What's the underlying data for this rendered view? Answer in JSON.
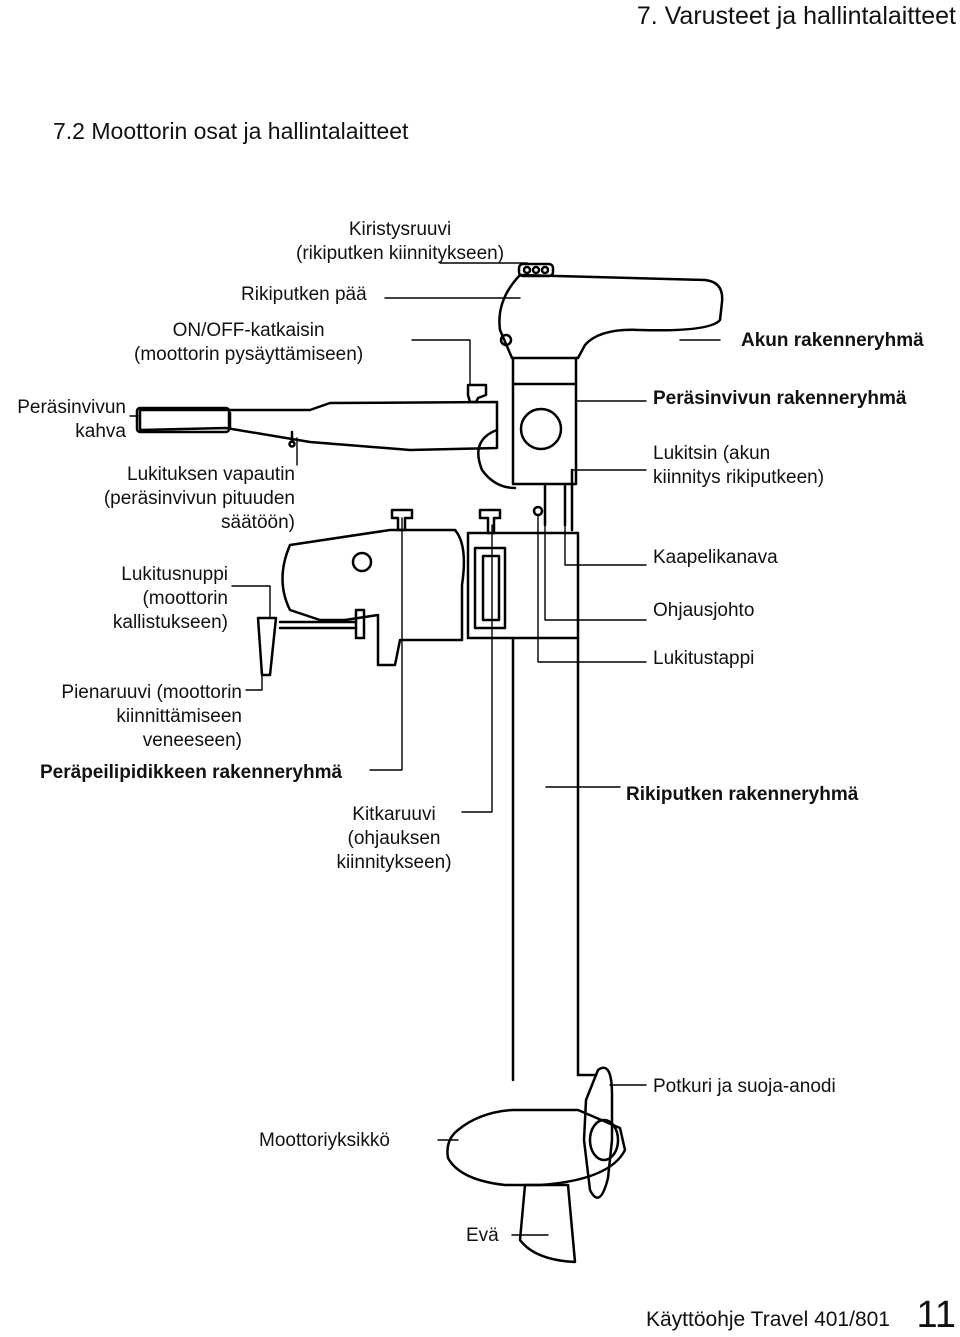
{
  "header": {
    "chapter": "7. Varusteet ja hallintalaitteet"
  },
  "section": {
    "title": "7.2 Moottorin osat ja hallintalaitteet"
  },
  "labels": {
    "kiristysruuvi": [
      "Kiristysruuvi",
      "(rikiputken kiinnitykseen)"
    ],
    "rikiputken_paa": [
      "Rikiputken pää"
    ],
    "onoff": [
      "ON/OFF-katkaisin",
      "(moottorin pysäyttämiseen)"
    ],
    "perasinvivun_kahva": [
      "Peräsinvivun",
      "kahva"
    ],
    "lukituksen_vapautin": [
      "Lukituksen vapautin",
      "(peräsinvivun pituuden",
      "säätöön)"
    ],
    "lukitusnuppi": [
      "Lukitusnuppi",
      "(moottorin",
      "kallistukseen)"
    ],
    "pienaruuvi": [
      "Pienaruuvi (moottorin",
      "kiinnittämiseen",
      "veneeseen)"
    ],
    "perapeili": [
      "Peräpeilipidikkeen rakenneryhmä"
    ],
    "kitkaruuvi": [
      "Kitkaruuvi",
      "(ohjauksen",
      "kiinnitykseen)"
    ],
    "akun": [
      "Akun rakenneryhmä"
    ],
    "perasinvivun_ryhma": [
      "Peräsinvivun rakenneryhmä"
    ],
    "lukitsin": [
      "Lukitsin (akun",
      "kiinnitys rikiputkeen)"
    ],
    "kaapelikanava": [
      "Kaapelikanava"
    ],
    "ohjausjohto": [
      "Ohjausjohto"
    ],
    "lukitustappi": [
      "Lukitustappi"
    ],
    "rikiputken_ryhma": [
      "Rikiputken rakenneryhmä"
    ],
    "potkuri": [
      "Potkuri ja suoja-anodi"
    ],
    "moottoriyksikko": [
      "Moottoriyksikkö"
    ],
    "eva": [
      "Evä"
    ]
  },
  "footer": {
    "manual": "Käyttöohje Travel 401/801",
    "page": "11"
  }
}
